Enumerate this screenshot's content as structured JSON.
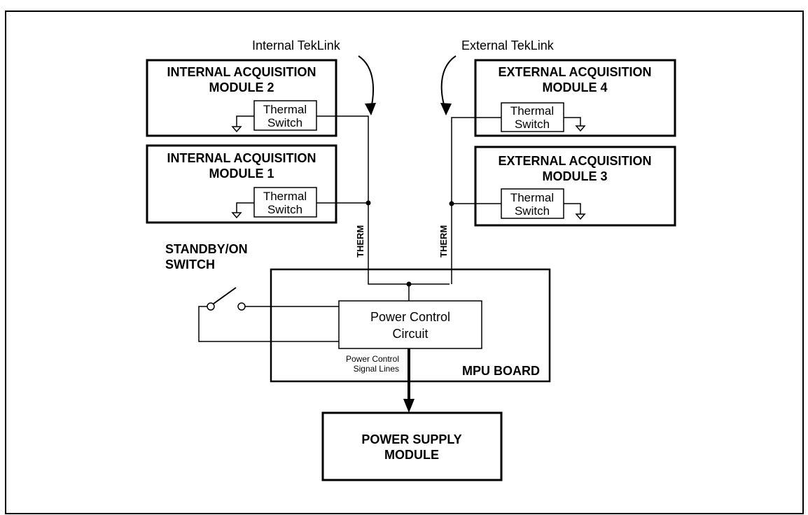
{
  "link_labels": {
    "internal": "Internal TekLink",
    "external": "External TekLink"
  },
  "modules": {
    "int2": {
      "line1": "INTERNAL ACQUISITION",
      "line2": "MODULE 2"
    },
    "int1": {
      "line1": "INTERNAL ACQUISITION",
      "line2": "MODULE 1"
    },
    "ext4": {
      "line1": "EXTERNAL ACQUISITION",
      "line2": "MODULE 4"
    },
    "ext3": {
      "line1": "EXTERNAL ACQUISITION",
      "line2": "MODULE 3"
    }
  },
  "thermal_switch": {
    "line1": "Thermal",
    "line2": "Switch"
  },
  "therm_label": "THERM",
  "standby_switch": {
    "line1": "STANDBY/ON",
    "line2": "SWITCH"
  },
  "power_control": {
    "line1": "Power Control",
    "line2": "Circuit"
  },
  "signal_lines": {
    "line1": "Power Control",
    "line2": "Signal Lines"
  },
  "mpu_board": "MPU BOARD",
  "power_supply": {
    "line1": "POWER SUPPLY",
    "line2": "MODULE"
  }
}
